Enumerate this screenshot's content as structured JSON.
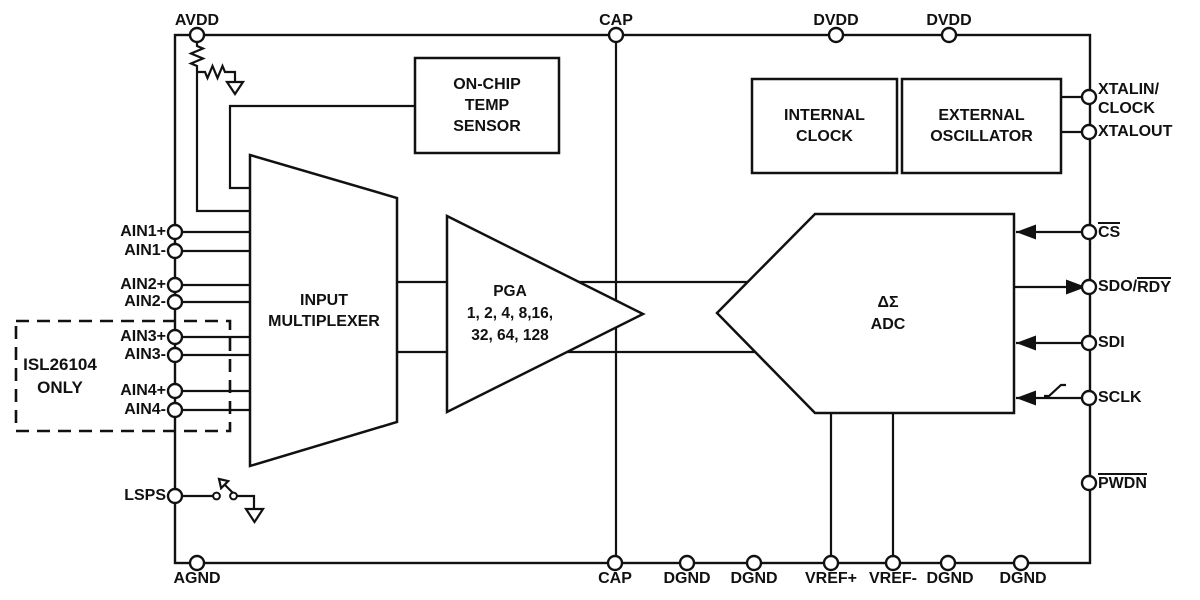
{
  "colors": {
    "background": "#ffffff",
    "line": "#111111",
    "text": "#111111"
  },
  "blocks": {
    "temp_sensor": {
      "lines": [
        "ON-CHIP",
        "TEMP",
        "SENSOR"
      ]
    },
    "internal_clock": {
      "lines": [
        "INTERNAL",
        "CLOCK"
      ]
    },
    "external_oscillator": {
      "lines": [
        "EXTERNAL",
        "OSCILLATOR"
      ]
    },
    "input_multiplexer": {
      "lines": [
        "INPUT",
        "MULTIPLEXER"
      ]
    },
    "pga": {
      "lines": [
        "PGA",
        "1, 2, 4, 8,16,",
        "32, 64, 128"
      ]
    },
    "adc": {
      "lines": [
        "ΔΣ",
        "ADC"
      ]
    }
  },
  "note_box": {
    "lines": [
      "ISL26104",
      "ONLY"
    ]
  },
  "pins": {
    "top": {
      "avdd": "AVDD",
      "cap": "CAP",
      "dvdd_1": "DVDD",
      "dvdd_2": "DVDD"
    },
    "bottom": {
      "agnd": "AGND",
      "cap": "CAP",
      "dgnd_1": "DGND",
      "dgnd_2": "DGND",
      "vref_plus": "VREF+",
      "vref_minus": "VREF-",
      "dgnd_3": "DGND",
      "dgnd_4": "DGND"
    },
    "left": {
      "ain1p": "AIN1+",
      "ain1n": "AIN1-",
      "ain2p": "AIN2+",
      "ain2n": "AIN2-",
      "ain3p": "AIN3+",
      "ain3n": "AIN3-",
      "ain4p": "AIN4+",
      "ain4n": "AIN4-",
      "lsps": "LSPS"
    },
    "right": {
      "xtalin_1": "XTALIN/",
      "xtalin_2": "CLOCK",
      "xtalout": "XTALOUT",
      "cs": "CS",
      "sdo_prefix": "SDO/",
      "rdy_overlined": "RDY",
      "sdi": "SDI",
      "sclk": "SCLK",
      "pwdn": "PWDN"
    }
  }
}
